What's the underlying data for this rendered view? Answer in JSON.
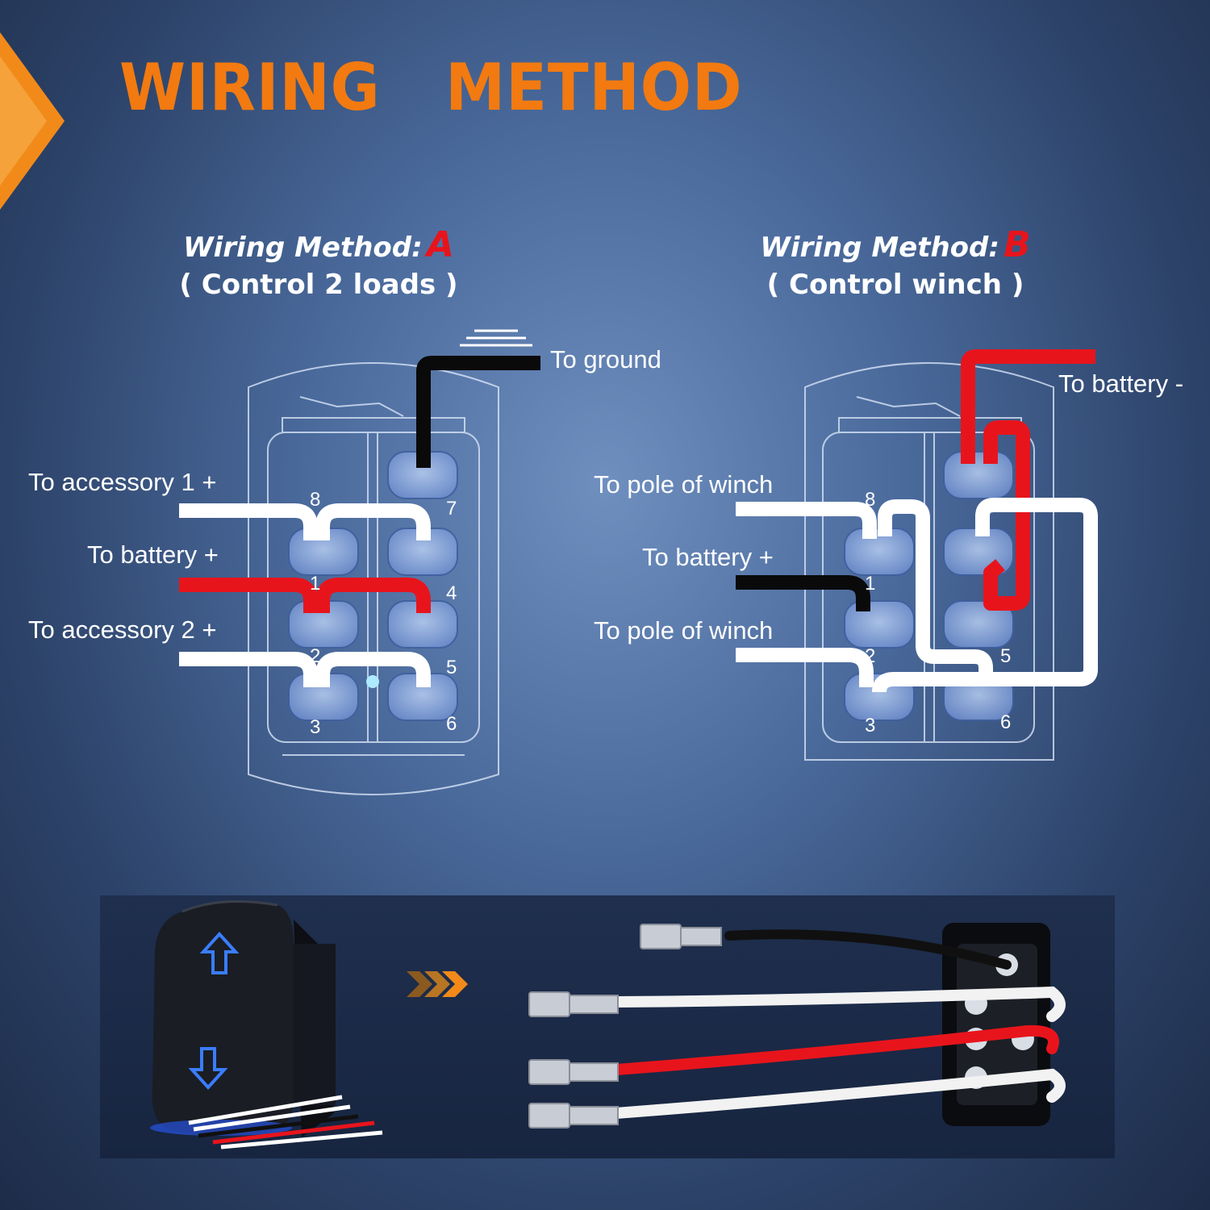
{
  "title": "WIRING   METHOD",
  "method_a": {
    "heading": "Wiring Method:",
    "letter": "A",
    "subtitle": "( Control 2 loads )",
    "labels": {
      "ground": "To ground",
      "accessory1": "To accessory 1 +",
      "battery": "To battery +",
      "accessory2": "To accessory 2 +"
    },
    "pins": [
      "8",
      "7",
      "1",
      "4",
      "2",
      "5",
      "3",
      "6"
    ]
  },
  "method_b": {
    "heading": "Wiring Method:",
    "letter": "B",
    "subtitle": "( Control winch )",
    "labels": {
      "battery_neg": "To battery -",
      "pole1": "To pole of winch",
      "battery_pos": "To battery +",
      "pole2": "To pole of winch"
    },
    "pins": [
      "8",
      "1",
      "2",
      "5",
      "3",
      "6"
    ]
  },
  "colors": {
    "title": "#f27a10",
    "letter": "#e8141c",
    "wire_red": "#e8141c",
    "wire_black": "#0a0a0a",
    "wire_white": "#ffffff",
    "terminal": "#7f9fd6"
  },
  "icons": [
    "corner-chevron-icon",
    "ground-symbol-icon",
    "arrow-up-icon",
    "arrow-down-icon",
    "chevrons-right-icon"
  ]
}
